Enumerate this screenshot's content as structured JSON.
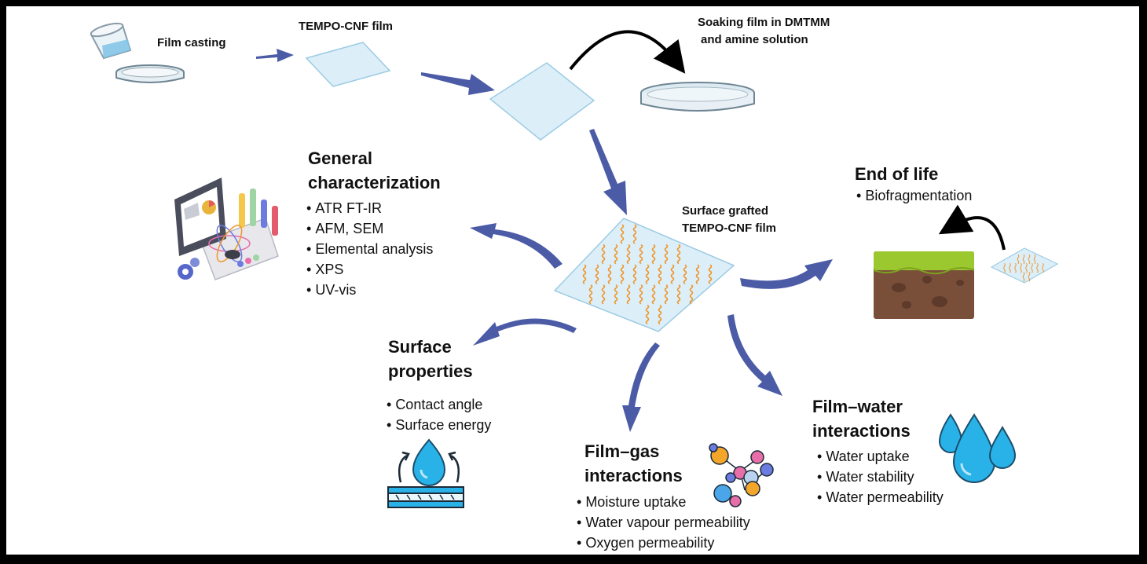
{
  "labels": {
    "film_casting": "Film casting",
    "tempo_film": "TEMPO-CNF film",
    "soaking_line1": "Soaking film in DMTMM",
    "soaking_line2": "and amine solution",
    "grafted_line1": "Surface grafted",
    "grafted_line2": "TEMPO-CNF film"
  },
  "general": {
    "title_line1": "General",
    "title_line2": "characterization",
    "items": [
      "ATR FT-IR",
      "AFM, SEM",
      "Elemental analysis",
      "XPS",
      "UV-vis"
    ]
  },
  "end_of_life": {
    "title": "End of life",
    "items": [
      "Biofragmentation"
    ]
  },
  "surface": {
    "title_line1": "Surface",
    "title_line2": "properties",
    "items": [
      "Contact angle",
      "Surface energy"
    ]
  },
  "gas": {
    "title_line1": "Film–gas",
    "title_line2": "interactions",
    "items": [
      "Moisture uptake",
      "Water vapour permeability",
      "Oxygen permeability"
    ]
  },
  "water": {
    "title_line1": "Film–water",
    "title_line2": "interactions",
    "items": [
      "Water uptake",
      "Water stability",
      "Water permeability"
    ]
  },
  "icons": [
    "beaker-icon",
    "petri-dish-icon",
    "analytics-computer-icon",
    "soil-icon",
    "water-drop-icon",
    "molecules-icon",
    "water-drops-icon"
  ],
  "colors": {
    "arrow": "#4B5BA6",
    "film": "#DCEFF9",
    "graft": "#F0962A",
    "soil": "#7A4F3A",
    "grass": "#9BC72F"
  }
}
